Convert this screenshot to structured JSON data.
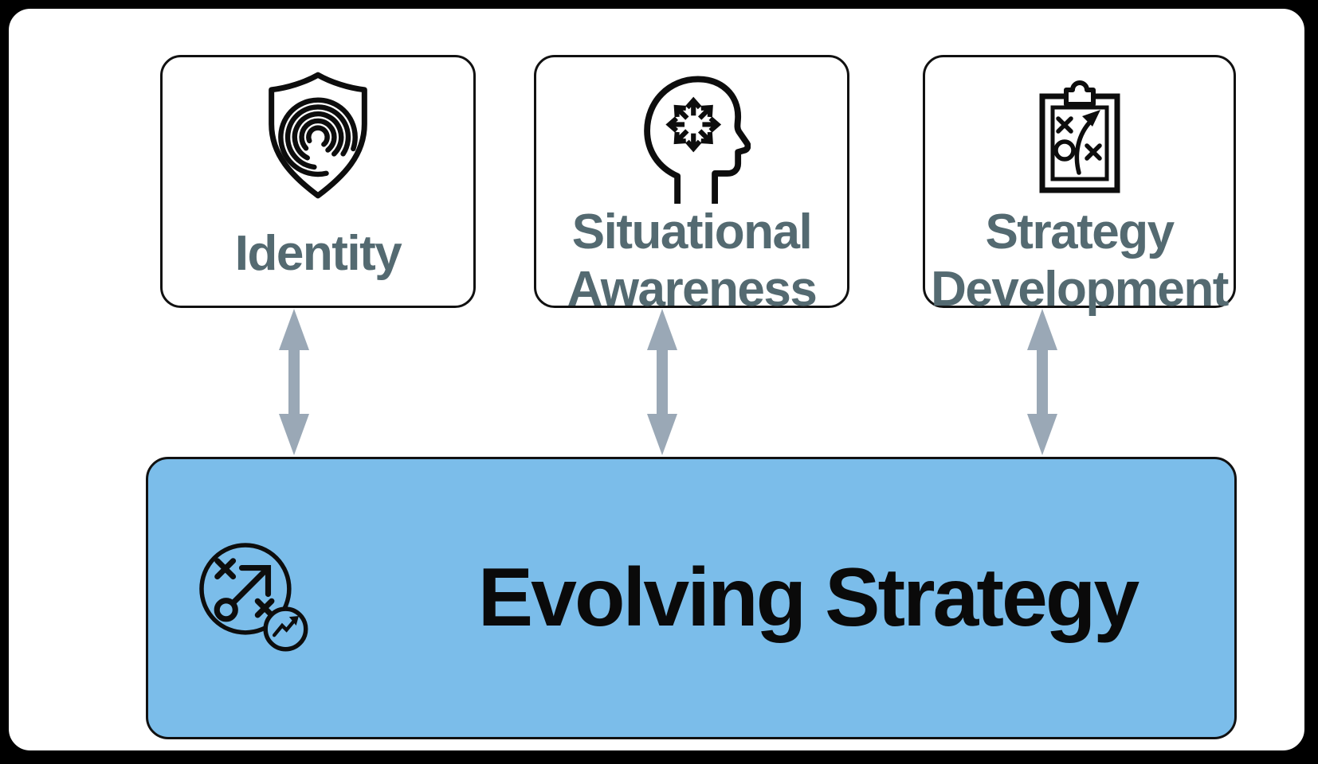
{
  "colors": {
    "background": "#000000",
    "panel": "#ffffff",
    "card_border": "#111111",
    "card_label_text": "#546a71",
    "connector_arrow": "#9aa8b6",
    "highlight_box_fill": "#7bbdea",
    "highlight_box_text": "#0a0a0a",
    "icon_stroke": "#0d0d0d"
  },
  "cards": [
    {
      "label": "Identity",
      "icon": "shield-fingerprint-icon"
    },
    {
      "label": "Situational Awareness",
      "icon": "head-radiating-arrows-icon"
    },
    {
      "label": "Strategy Development",
      "icon": "clipboard-tactics-icon"
    }
  ],
  "connectors": [
    {
      "type": "double-headed-vertical-arrow",
      "from": "Identity",
      "to": "Evolving Strategy"
    },
    {
      "type": "double-headed-vertical-arrow",
      "from": "Situational Awareness",
      "to": "Evolving Strategy"
    },
    {
      "type": "double-headed-vertical-arrow",
      "from": "Strategy Development",
      "to": "Evolving Strategy"
    }
  ],
  "main_box": {
    "label": "Evolving Strategy",
    "icon": "strategy-growth-icon"
  }
}
